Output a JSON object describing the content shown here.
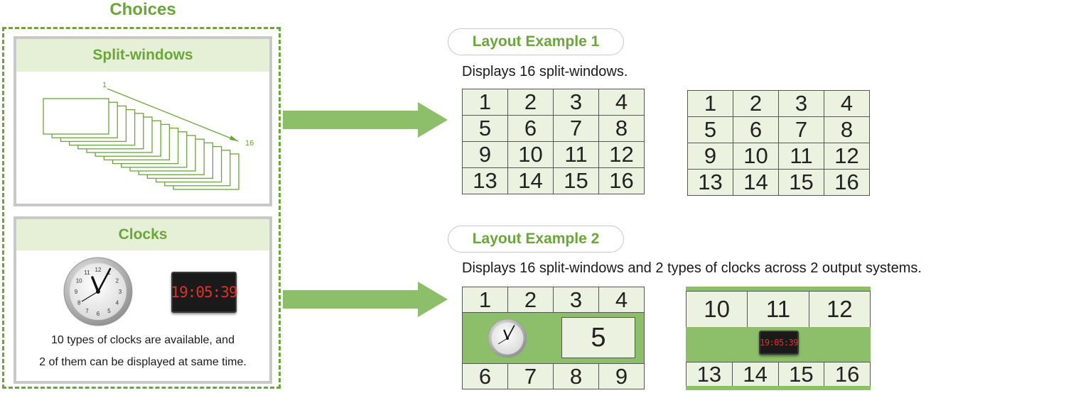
{
  "choices": {
    "title": "Choices",
    "split_panel": {
      "title": "Split-windows",
      "first_label": "1",
      "last_label": "16"
    },
    "clocks_panel": {
      "title": "Clocks",
      "digital_time": "19:05:39",
      "caption_line1": "10 types of clocks are available, and",
      "caption_line2": "2 of them can be displayed at same time."
    }
  },
  "example1": {
    "title": "Layout Example 1",
    "description": "Displays 16 split-windows.",
    "grid_a": [
      [
        "1",
        "2",
        "3",
        "4"
      ],
      [
        "5",
        "6",
        "7",
        "8"
      ],
      [
        "9",
        "10",
        "11",
        "12"
      ],
      [
        "13",
        "14",
        "15",
        "16"
      ]
    ],
    "grid_b": [
      [
        "1",
        "2",
        "3",
        "4"
      ],
      [
        "5",
        "6",
        "7",
        "8"
      ],
      [
        "9",
        "10",
        "11",
        "12"
      ],
      [
        "13",
        "14",
        "15",
        "16"
      ]
    ]
  },
  "example2": {
    "title": "Layout Example 2",
    "description": "Displays 16 split-windows and 2 types of clocks across 2 output systems.",
    "left_top": [
      "1",
      "2",
      "3",
      "4"
    ],
    "left_middle_cell": "5",
    "left_bottom": [
      "6",
      "7",
      "8",
      "9"
    ],
    "right_top": [
      "10",
      "11",
      "12"
    ],
    "right_bottom": [
      "13",
      "14",
      "15",
      "16"
    ],
    "digital_time": "19:05:39"
  },
  "colors": {
    "accent_green": "#6aa63a",
    "arrow_green": "#8dbf6a",
    "cell_fill": "#ebf2df",
    "panel_border": "#c8c8c8"
  },
  "icons": [
    "analog-clock-icon",
    "digital-clock-icon"
  ]
}
